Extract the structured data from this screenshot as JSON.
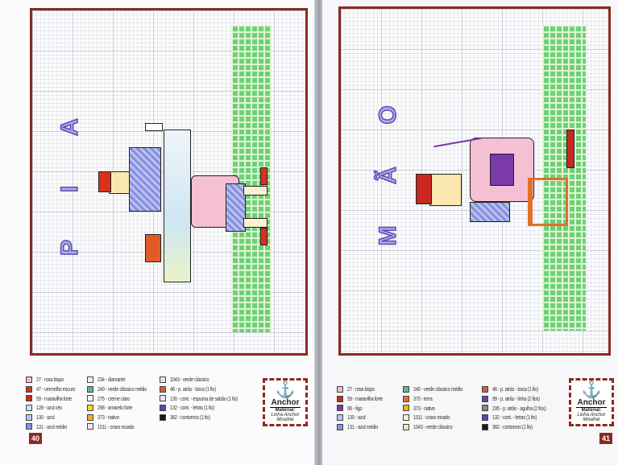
{
  "left_page": {
    "page_number": "40",
    "chart_letters": [
      "P",
      "I",
      "A"
    ],
    "legend": [
      [
        {
          "code": "27 - rosa bispo",
          "color": "#f5b8cc"
        },
        {
          "code": "47 - vermelho escuro",
          "color": "#d8321e"
        },
        {
          "code": "59 - maravilha forte",
          "color": "#c8281e"
        },
        {
          "code": "128 - azul céu",
          "color": "#bfe6f2"
        },
        {
          "code": "130 - azul",
          "color": "#b8c4ee"
        },
        {
          "code": "131 - azul médio",
          "color": "#8a8ee0"
        }
      ],
      [
        {
          "code": "234 - diamante",
          "color": "#eeeef4"
        },
        {
          "code": "240 - verde clássico médio",
          "color": "#5fb888"
        },
        {
          "code": "275 - creme claro",
          "color": "#fbfaf0"
        },
        {
          "code": "298 - amarelo forte",
          "color": "#f6d81e"
        },
        {
          "code": "373 - nativo",
          "color": "#f0b020"
        },
        {
          "code": "1011 - cravo rosado",
          "color": "#f8e8ee"
        }
      ],
      [
        {
          "code": "1043 - verde clássico",
          "color": "#d6ecd8"
        },
        {
          "code": "46 - p. atrás - boca (1 fio)",
          "color": "#e25a28"
        },
        {
          "code": "130 - cont. - espuma de sabão (1 fio)",
          "color": "#e6e8f6"
        },
        {
          "code": "132 - cont. - letras (1 fio)",
          "color": "#5048b0"
        },
        {
          "code": "382 - contornos (1 fio)",
          "color": "#1a1a1a"
        }
      ]
    ],
    "brand": {
      "name": "Anchor",
      "material_label": "Material:",
      "material": "Linha Anchor Mouliné"
    }
  },
  "right_page": {
    "page_number": "41",
    "chart_letters": [
      "M",
      "Ã",
      "O"
    ],
    "legend": [
      [
        {
          "code": "27 - rosa bispo",
          "color": "#f5b8cc"
        },
        {
          "code": "59 - maravilha forte",
          "color": "#c8281e"
        },
        {
          "code": "99 - figo",
          "color": "#7a3aa8"
        },
        {
          "code": "130 - azul",
          "color": "#b8c4ee"
        },
        {
          "code": "131 - azul médio",
          "color": "#8a8ee0"
        }
      ],
      [
        {
          "code": "240 - verde clássico médio",
          "color": "#5fb888"
        },
        {
          "code": "370 - terra",
          "color": "#e0702a"
        },
        {
          "code": "373 - nativo",
          "color": "#f0b020"
        },
        {
          "code": "1011 - cravo rosado",
          "color": "#faf0c8"
        },
        {
          "code": "1043 - verde clássico",
          "color": "#d6f0b8"
        }
      ],
      [
        {
          "code": "46 - p. atrás - boca (1 fio)",
          "color": "#e25a28"
        },
        {
          "code": "99 - p. atrás - linha (2 fios)",
          "color": "#7a3aa8"
        },
        {
          "code": "235 - p. atrás - agulha (2 fios)",
          "color": "#888888"
        },
        {
          "code": "132 - cont. - letras (1 fio)",
          "color": "#5048b0"
        },
        {
          "code": "382 - contornos (1 fio)",
          "color": "#1a1a1a"
        }
      ]
    ],
    "brand": {
      "name": "Anchor",
      "material_label": "Material:",
      "material": "Linha Anchor Mouliné"
    }
  },
  "colors": {
    "frame": "#8a2a22",
    "strip_green": "#6fd07a",
    "letters": "#b0a8ee"
  }
}
